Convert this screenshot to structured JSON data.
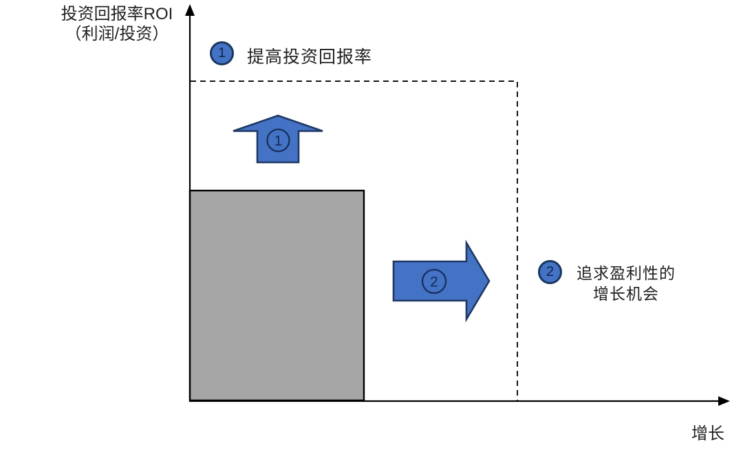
{
  "axes": {
    "y_label_line1": "投资回报率ROI",
    "y_label_line2": "（利润/投资）",
    "x_label": "增长"
  },
  "annotations": {
    "improve_roi": {
      "badge": "1",
      "text": "提高投资回报率"
    },
    "growth_opportunity": {
      "badge": "2",
      "line1": "追求盈利性的",
      "line2": "增长机会"
    }
  },
  "arrows": {
    "up": {
      "number": "1"
    },
    "right": {
      "number": "2"
    }
  },
  "colors": {
    "shape_blue": "#4472C4",
    "shape_border": "#1F3864",
    "bar_gray": "#A6A6A6",
    "bar_border": "#000000",
    "axis_black": "#000000",
    "text": "#1F1F1F"
  }
}
